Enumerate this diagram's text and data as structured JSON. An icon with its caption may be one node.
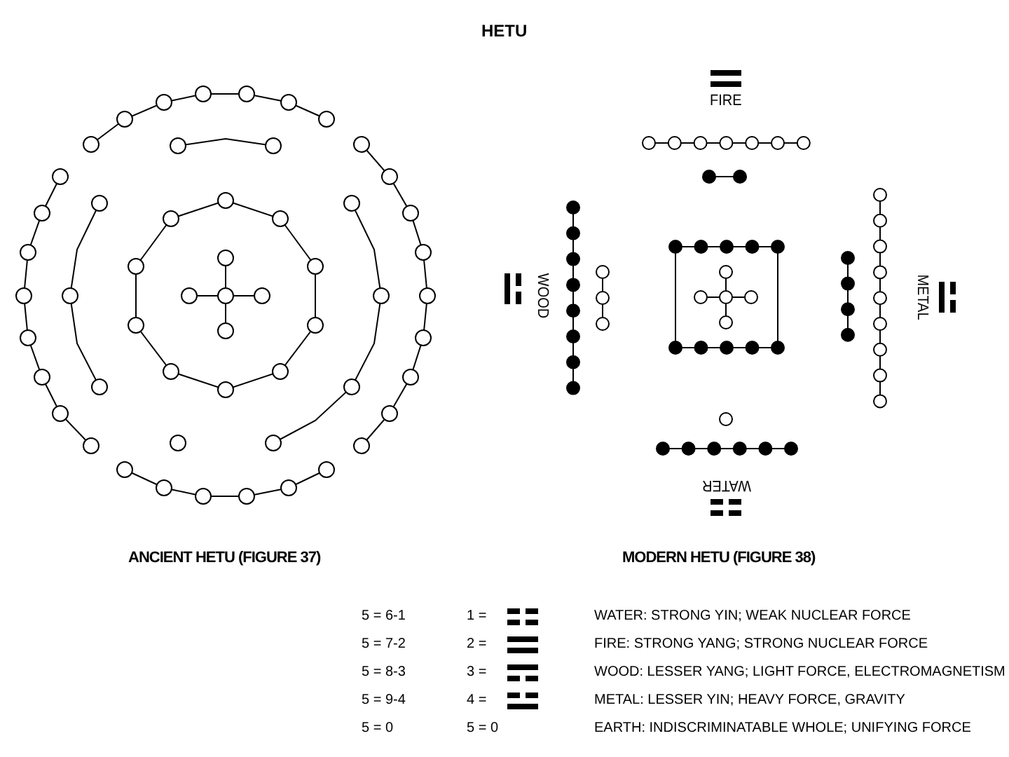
{
  "diagram": {
    "title": "HETU",
    "labels": [
      "FIRE",
      "WOOD",
      "METAL",
      "WATER",
      "ANCIENT HETU (FIGURE 37)",
      "MODERN HETU (FIGURE 38)",
      "5 = 6-1",
      "1 =",
      "WATER: STRONG YIN; WEAK NUCLEAR FORCE",
      "5 = 7-2",
      "2 =",
      "FIRE: STRONG YANG; STRONG NUCLEAR FORCE",
      "5 = 8-3",
      "3 =",
      "WOOD: LESSER YANG; LIGHT FORCE, ELECTROMAGNETISM",
      "5 = 9-4",
      "4 =",
      "METAL: LESSER YIN; HEAVY FORCE, GRAVITY",
      "5 = 0",
      "5 = 0",
      "EARTH: INDISCRIMINATABLE WHOLE; UNIFYING FORCE"
    ]
  }
}
